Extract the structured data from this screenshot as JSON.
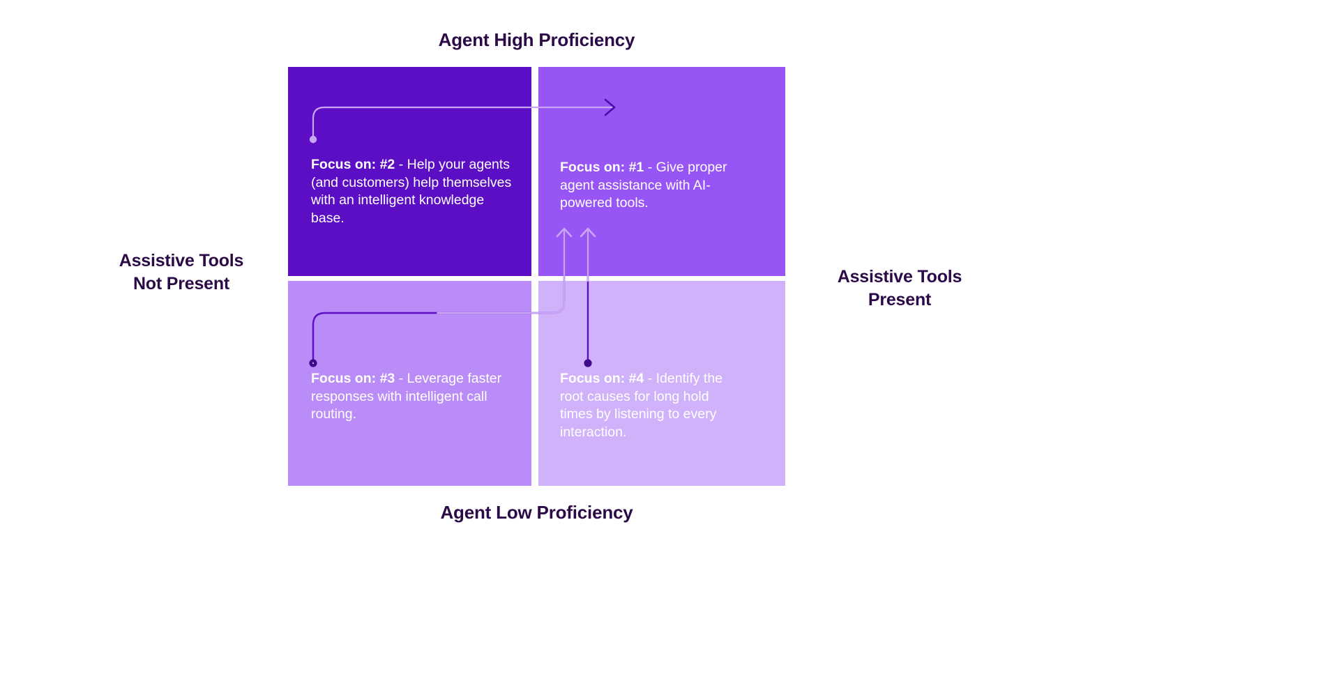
{
  "diagram": {
    "type": "2x2-quadrant-matrix",
    "title_axes": {
      "top": "Agent High Proficiency",
      "bottom": "Agent Low Proficiency",
      "left": "Assistive Tools\nNot Present",
      "right": "Assistive Tools\nPresent"
    },
    "colors": {
      "label_text": "#2B0A47",
      "quadrant_top_left": "#5B0EC4",
      "quadrant_top_right": "#9855F5",
      "quadrant_bottom_left": "#B98CF7",
      "quadrant_bottom_right": "#CFB2FA",
      "connector_light": "#C9A6F5",
      "connector_dark": "#5B0EC4",
      "quadrant_text": "#FFFFFF",
      "background": "#FFFFFF"
    },
    "quadrants": [
      {
        "id": "top-left",
        "position": "High Proficiency / Tools Not Present",
        "priority_label": "Focus on: #2",
        "separator": " - ",
        "body": "Help your agents (and customers) help themselves with an intelligent knowledge base.",
        "fill": "#5B0EC4"
      },
      {
        "id": "top-right",
        "position": "High Proficiency / Tools Present",
        "priority_label": "Focus on: #1",
        "separator": " - ",
        "body": "Give proper agent assistance with AI-powered tools.",
        "fill": "#9855F5"
      },
      {
        "id": "bottom-left",
        "position": "Low Proficiency / Tools Not Present",
        "priority_label": "Focus on: #3",
        "separator": " - ",
        "body": "Leverage faster responses with intelligent call routing.",
        "fill": "#B98CF7"
      },
      {
        "id": "bottom-right",
        "position": "Low Proficiency / Tools Present",
        "priority_label": "Focus on: #4",
        "separator": " - ",
        "body": "Identify the root causes for long hold times by listening to every interaction.",
        "fill": "#CFB2FA"
      }
    ],
    "connectors": [
      {
        "id": "path-from-2-to-1",
        "from": "top-left",
        "to": "top-right",
        "start_marker": "dot",
        "end_marker": "arrow",
        "color": "#C9A6F5"
      },
      {
        "id": "path-from-3-to-1",
        "from": "bottom-left",
        "to": "top-right",
        "start_marker": "dot",
        "end_marker": "arrow",
        "color": "#5B0EC4"
      },
      {
        "id": "path-from-4-to-1",
        "from": "bottom-right",
        "to": "top-right",
        "start_marker": "dot",
        "end_marker": "arrow",
        "color": "#5B0EC4"
      }
    ]
  }
}
